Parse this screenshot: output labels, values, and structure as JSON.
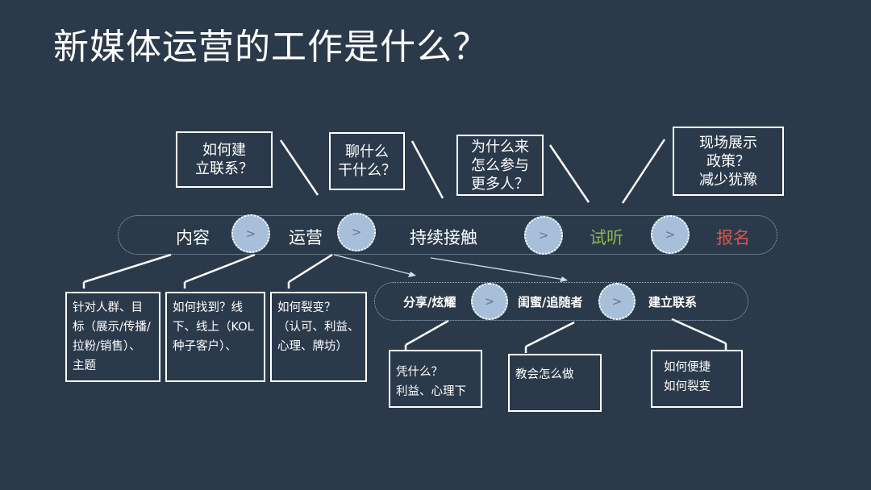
{
  "title": "新媒体运营的工作是什么？",
  "main_flow": {
    "stages": [
      "内容",
      "运营",
      "持续接触",
      "试听",
      "报名"
    ],
    "arrow_label": ">"
  },
  "sub_flow": {
    "stages": [
      "分享/炫耀",
      "闺蜜/追随者",
      "建立联系"
    ],
    "arrow_label": ">"
  },
  "questions": [
    {
      "lines": [
        "如何建",
        "立联系？"
      ]
    },
    {
      "lines": [
        "聊什么",
        "干什么？"
      ]
    },
    {
      "lines": [
        "为什么来",
        "怎么参与",
        "更多人？"
      ]
    },
    {
      "lines": [
        "现场展示",
        "政策？",
        "减少犹豫"
      ]
    }
  ],
  "bottom_boxes": [
    {
      "lines": [
        "针对人群、目",
        "标（展示/传播/",
        "拉粉/销售）、",
        "主题"
      ]
    },
    {
      "lines": [
        "如何找到？线",
        "下、线上（KOL",
        "种子客户）、"
      ]
    },
    {
      "lines": [
        "如何裂变？",
        "（认可、利益、",
        "心理、牌坊）"
      ]
    },
    {
      "lines": [
        "凭什么？",
        "利益、心理下"
      ]
    },
    {
      "lines": [
        "教会怎么做"
      ]
    },
    {
      "lines": [
        "如何便捷",
        "如何裂变"
      ]
    }
  ],
  "colors": {
    "background": "#2b3a4b",
    "trial_green": "#8ab84a",
    "signup_red": "#d9534f",
    "circle_fill": "#a8bfd9"
  }
}
